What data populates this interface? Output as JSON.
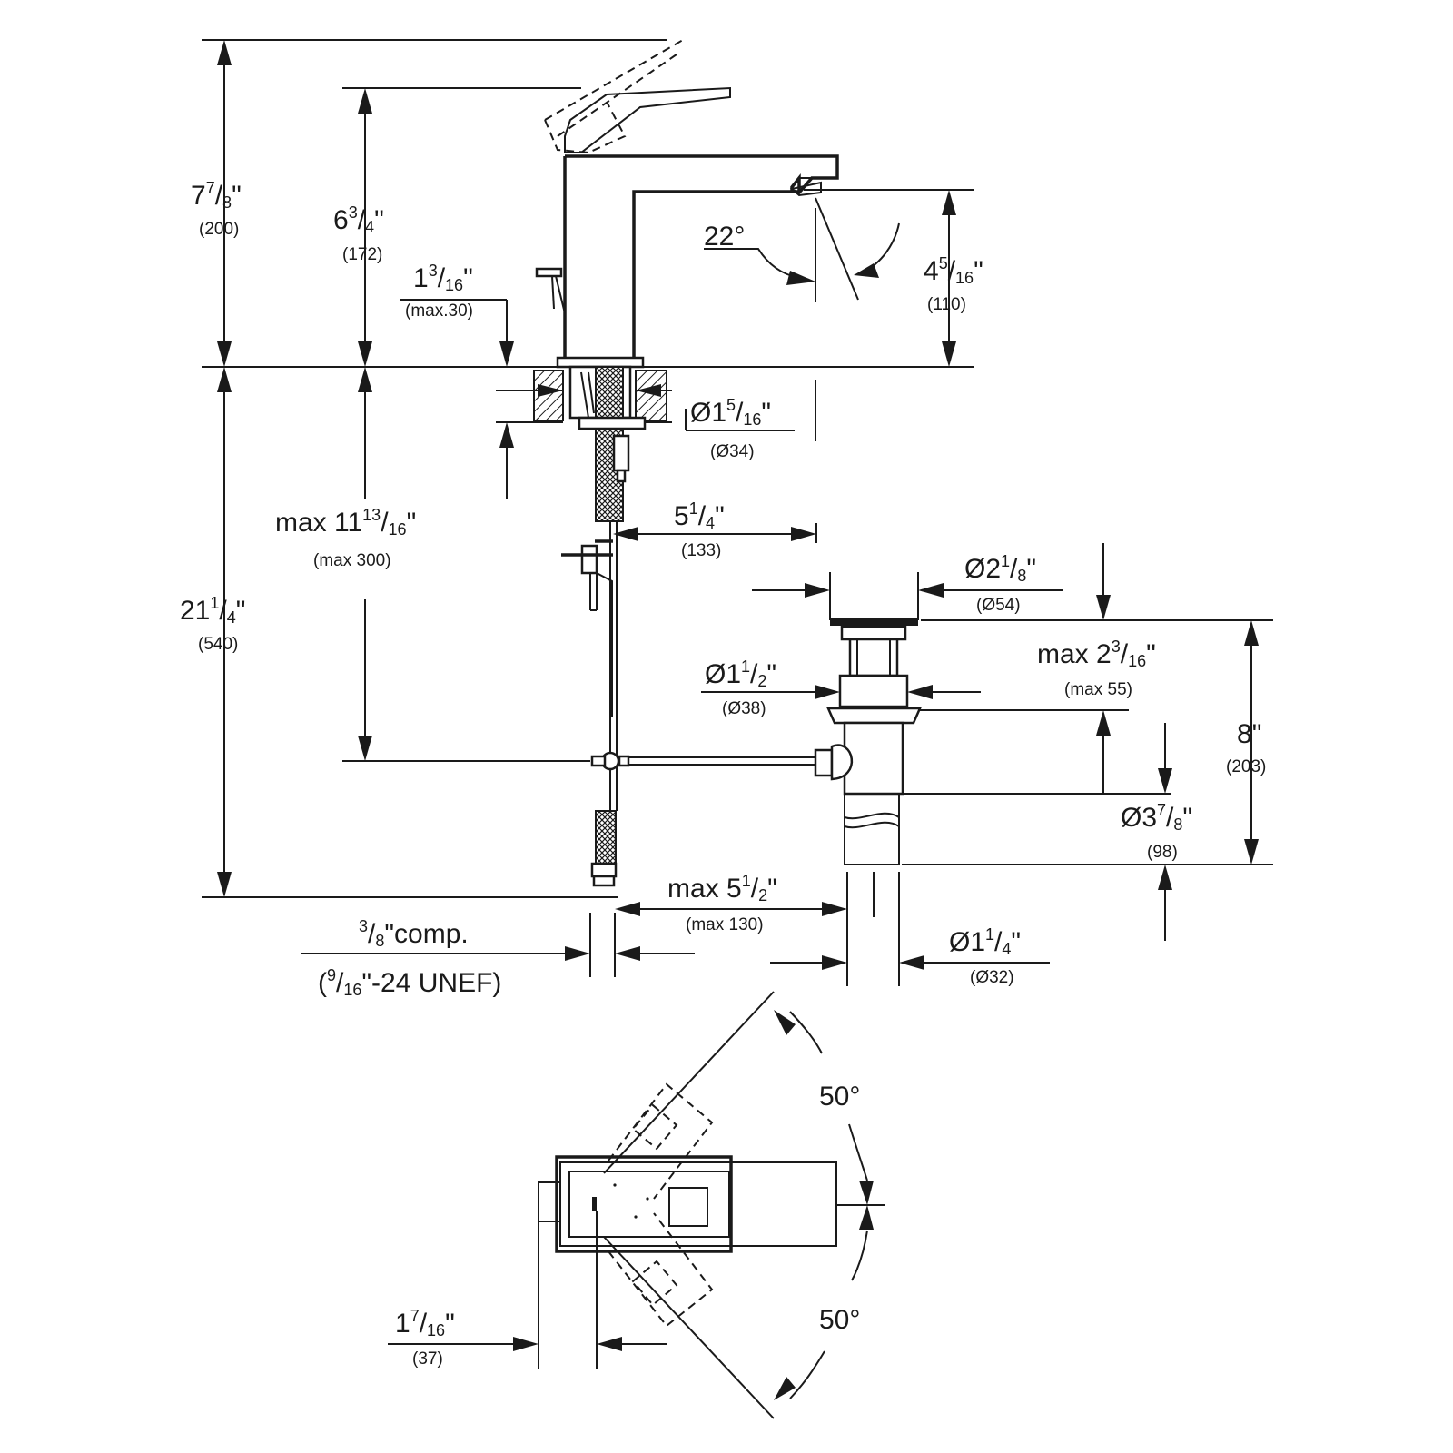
{
  "dimensions": {
    "overall_height": {
      "whole": "7",
      "num": "7",
      "den": "8",
      "unit": "\"",
      "metric": "(200)"
    },
    "spout_height": {
      "whole": "6",
      "num": "3",
      "den": "4",
      "unit": "\"",
      "metric": "(172)"
    },
    "deck_thickness": {
      "whole": "1",
      "num": "3",
      "den": "16",
      "unit": "\"",
      "metric": "(max.30)"
    },
    "spout_outlet_height": {
      "whole": "4",
      "num": "5",
      "den": "16",
      "unit": "\"",
      "metric": "(110)"
    },
    "spout_angle": "22°",
    "hole_diameter": {
      "whole": "Ø1",
      "num": "5",
      "den": "16",
      "unit": "\"",
      "metric": "(Ø34)"
    },
    "below_deck_max": {
      "prefix": "max 11",
      "num": "13",
      "den": "16",
      "unit": "\"",
      "metric": "(max 300)"
    },
    "total_height": {
      "whole": "21",
      "num": "1",
      "den": "4",
      "unit": "\"",
      "metric": "(540)"
    },
    "rod_distance": {
      "whole": "5",
      "num": "1",
      "den": "4",
      "unit": "\"",
      "metric": "(133)"
    },
    "drain_flange": {
      "whole": "Ø2",
      "num": "1",
      "den": "8",
      "unit": "\"",
      "metric": "(Ø54)"
    },
    "drain_body": {
      "whole": "Ø1",
      "num": "1",
      "den": "2",
      "unit": "\"",
      "metric": "(Ø38)"
    },
    "drain_adjust": {
      "prefix": "max 2",
      "num": "3",
      "den": "16",
      "unit": "\"",
      "metric": "(max 55)"
    },
    "drain_height": {
      "whole": "8",
      "unit": "\"",
      "metric": "(203)"
    },
    "tailpiece_outer": {
      "whole": "Ø3",
      "num": "7",
      "den": "8",
      "unit": "\"",
      "metric": "(98)"
    },
    "max_offset": {
      "prefix": "max 5",
      "num": "1",
      "den": "2",
      "unit": "\"",
      "metric": "(max 130)"
    },
    "tailpiece": {
      "whole": "Ø1",
      "num": "1",
      "den": "4",
      "unit": "\"",
      "metric": "(Ø32)"
    },
    "connection": {
      "num": "3",
      "den": "8",
      "suffix": "\"comp.",
      "line2_open": "(",
      "line2_num": "9",
      "line2_den": "16",
      "line2_suffix": "\"-24 UNEF)"
    },
    "lever_offset": {
      "whole": "1",
      "num": "7",
      "den": "16",
      "unit": "\"",
      "metric": "(37)"
    },
    "lever_angle_top": "50°",
    "lever_angle_bottom": "50°"
  }
}
